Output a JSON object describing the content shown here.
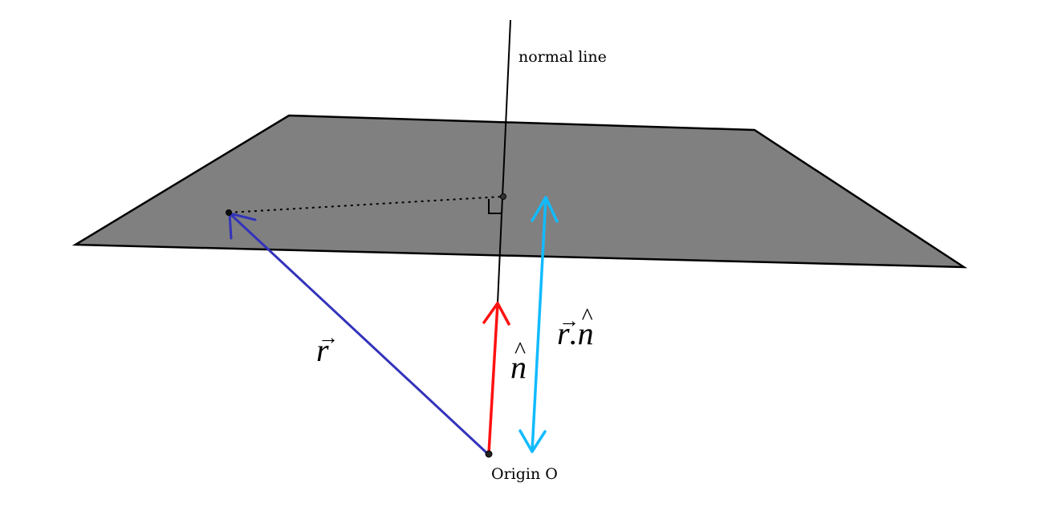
{
  "labels": {
    "normal_line": "normal line",
    "origin": "Origin O",
    "r_symbol": "r",
    "n_symbol": "n",
    "dot_separator": ".",
    "vector_arrow": "→",
    "unit_hat": "^"
  },
  "colors": {
    "plane_fill": "#808080",
    "outline": "#000000",
    "vector_r": "#3333bb",
    "unit_normal_n": "#ff1111",
    "projection_rn": "#11bbff"
  }
}
